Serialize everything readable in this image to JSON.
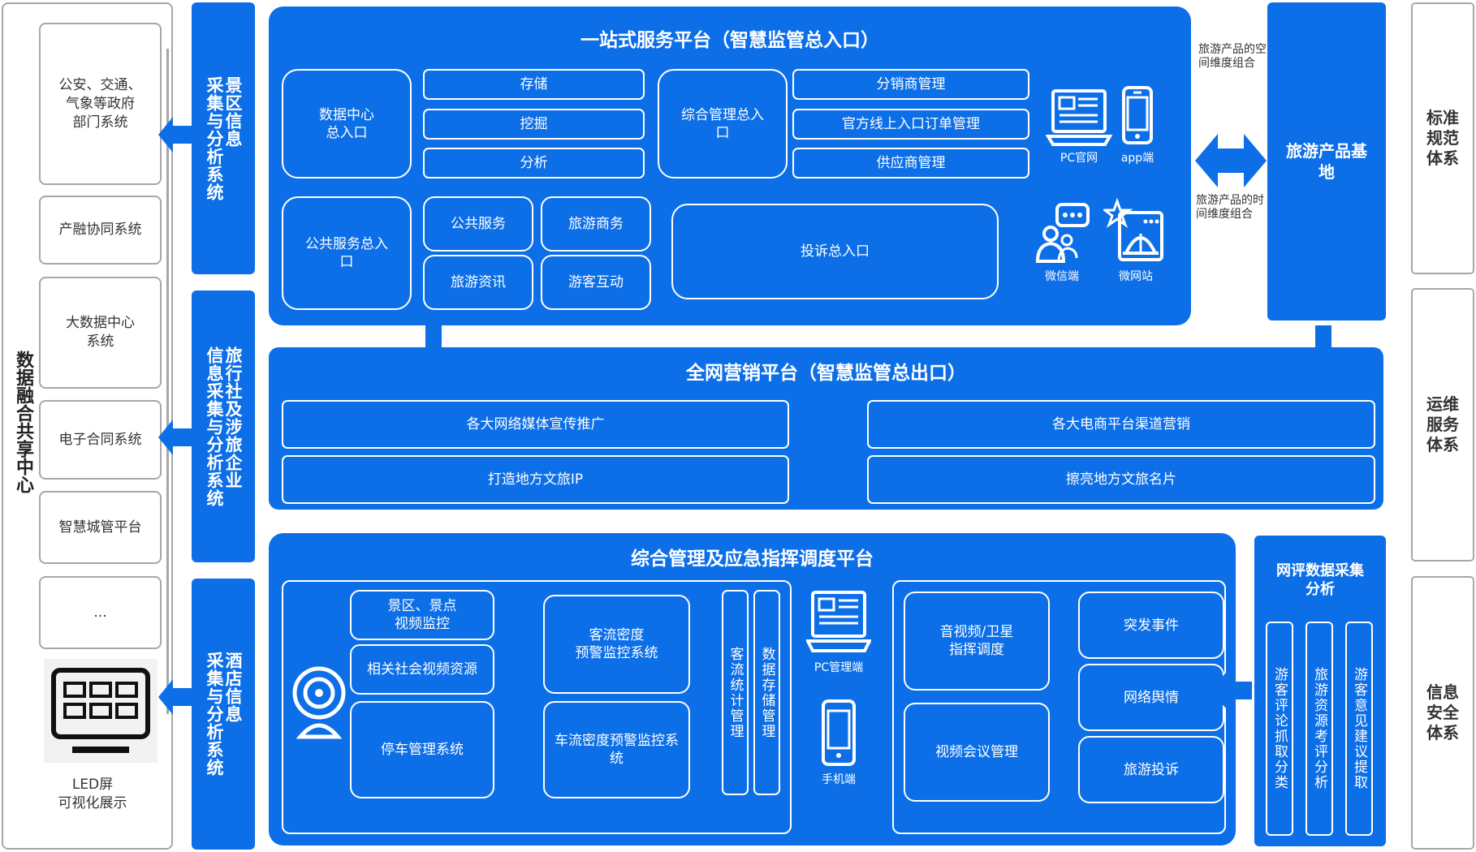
{
  "left_center": {
    "title": "数据融合共享中心",
    "boxes": [
      "公安、交通、\n气象等政府\n部门系统",
      "产融协同系统",
      "大数据中心\n系统",
      "电子合同系统",
      "智慧城管平台",
      "..."
    ],
    "led_label": "LED屏\n可视化展示"
  },
  "collectors": [
    "景区信息\n采集与分析系统",
    "旅行社及涉旅企业\n信息采集与分析系统",
    "酒店信息\n采集与分析系统"
  ],
  "platform1": {
    "title": "一站式服务平台（智慧监管总入口）",
    "data_center": "数据中心\n总入口",
    "data_items": [
      "存储",
      "挖掘",
      "分析"
    ],
    "mgmt_entry": "综合管理总入\n口",
    "mgmt_items": [
      "分销商管理",
      "官方线上入口订单管理",
      "供应商管理"
    ],
    "public_entry": "公共服务总入\n口",
    "public_items": [
      "公共服务",
      "旅游商务",
      "旅游资讯",
      "游客互动"
    ],
    "complaint": "投诉总入口",
    "channels": {
      "pc": "PC官网",
      "app": "app端",
      "wechat": "微信端",
      "microsite": "微网站"
    }
  },
  "product_base": {
    "title": "旅游产品基\n地",
    "note_space": "旅游产品的空\n间维度组合",
    "note_time": "旅游产品的时\n间维度组合"
  },
  "platform2": {
    "title": "全网营销平台（智慧监管总出口）",
    "items": [
      "各大网络媒体宣传推广",
      "各大电商平台渠道营销",
      "打造地方文旅IP",
      "擦亮地方文旅名片"
    ]
  },
  "platform3": {
    "title": "综合管理及应急指挥调度平台",
    "left_items": [
      "景区、景点\n视频监控",
      "相关社会视频资源",
      "停车管理系统"
    ],
    "mid_items": [
      "客流密度\n预警监控系统",
      "车流密度预警监控系\n统"
    ],
    "vertical_items": [
      "客流统计管理",
      "数据存储管理"
    ],
    "devices": {
      "pc": "PC管理端",
      "phone": "手机端"
    },
    "right_items": [
      "音视频/卫星\n指挥调度",
      "视频会议管理",
      "突发事件",
      "网络舆情",
      "旅游投诉"
    ]
  },
  "review_collection": {
    "title": "网评数据采集\n分析",
    "items": [
      "游客评论抓取分类",
      "旅游资源考评分析",
      "游客意见建议提取"
    ]
  },
  "systems": [
    "标准\n规范\n体系",
    "运维\n服务\n体系",
    "信息\n安全\n体系"
  ],
  "colors": {
    "primary": "#0d6fe8",
    "border_gray": "#a7a7a7"
  }
}
